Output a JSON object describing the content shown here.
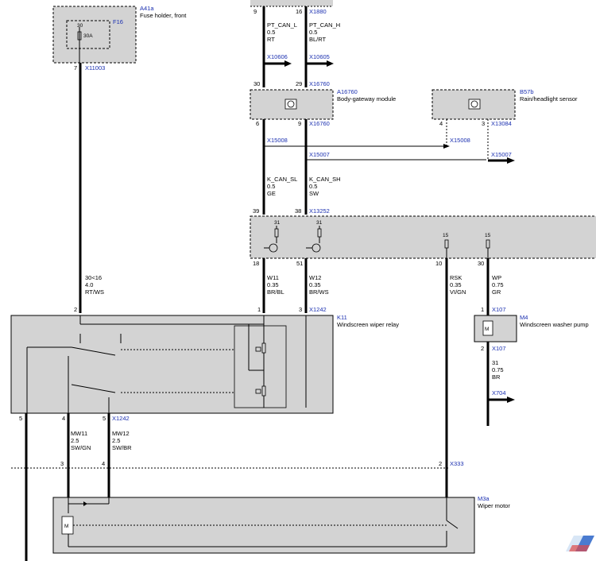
{
  "components": {
    "fuse_holder": {
      "id": "A41a",
      "name": "Fuse holder, front",
      "fuse": "F16",
      "pin_top": "30",
      "rating": "30A",
      "pin": "7",
      "connector": "X11003"
    },
    "gateway": {
      "id": "A16760",
      "name": "Body-gateway module",
      "pin_left_top": "30",
      "pin_right_top": "29",
      "connector_top": "X16760",
      "pin_left_bottom": "6",
      "pin_right_bottom": "9",
      "connector_bottom": "X16760"
    },
    "rain_sensor": {
      "id": "B57b",
      "name": "Rain/headlight sensor",
      "pin_left": "4",
      "pin_right": "3",
      "connector": "X13084"
    },
    "relay": {
      "id": "K11",
      "name": "Windscreen wiper relay",
      "pin_in": "2",
      "pin_w11": "1",
      "pin_w12": "3",
      "connector_top": "X1242",
      "pin_out1": "5",
      "pin_out2": "4",
      "pin_out3": "5",
      "connector_bottom": "X1242"
    },
    "pump": {
      "id": "M4",
      "name": "Windscreen washer pump",
      "pin_top": "1",
      "connector_top": "X107",
      "pin_bottom": "2",
      "connector_bottom": "X107"
    },
    "motor": {
      "id": "M3a",
      "name": "Wiper motor",
      "pin_left": "3",
      "pin_mid": "4",
      "pin_right": "2",
      "connector": "X333"
    }
  },
  "top_connector": {
    "pin_left": "9",
    "pin_right": "16",
    "connector": "X1880"
  },
  "bus_module": {
    "pin_a": "39",
    "pin_b": "38",
    "connector": "X13252",
    "pin_c": "18",
    "pin_d": "51",
    "pin_e": "10",
    "pin_f": "30",
    "sup_a": "31",
    "sup_b": "31",
    "sup_c": "15",
    "sup_d": "15"
  },
  "wires": {
    "pt_can_l": {
      "name": "PT_CAN_L",
      "size": "0.5",
      "color": "RT",
      "target": "X10606"
    },
    "pt_can_h": {
      "name": "PT_CAN_H",
      "size": "0.5",
      "color": "BL/RT",
      "target": "X10605"
    },
    "x15008": "X15008",
    "x15007": "X15007",
    "k_can_sl": {
      "name": "K_CAN_SL",
      "size": "0.5",
      "color": "GE"
    },
    "k_can_sh": {
      "name": "K_CAN_SH",
      "size": "0.5",
      "color": "SW"
    },
    "feed": {
      "name": "30<16",
      "size": "4.0",
      "color": "RT/WS"
    },
    "w11": {
      "name": "W11",
      "size": "0.35",
      "color": "BR/BL"
    },
    "w12": {
      "name": "W12",
      "size": "0.35",
      "color": "BR/WS"
    },
    "rsk": {
      "name": "RSK",
      "size": "0.35",
      "color": "VI/GN"
    },
    "wp": {
      "name": "WP",
      "size": "0.75",
      "color": "GR"
    },
    "ground": {
      "name": "31",
      "size": "0.75",
      "color": "BR",
      "target": "X704"
    },
    "mw11": {
      "name": "MW11",
      "size": "2.5",
      "color": "SW/GN"
    },
    "mw12": {
      "name": "MW12",
      "size": "2.5",
      "color": "SW/BR"
    }
  },
  "colors": {
    "component": "#d3d3d3",
    "label": "#1a2fb0",
    "line": "#000000"
  }
}
